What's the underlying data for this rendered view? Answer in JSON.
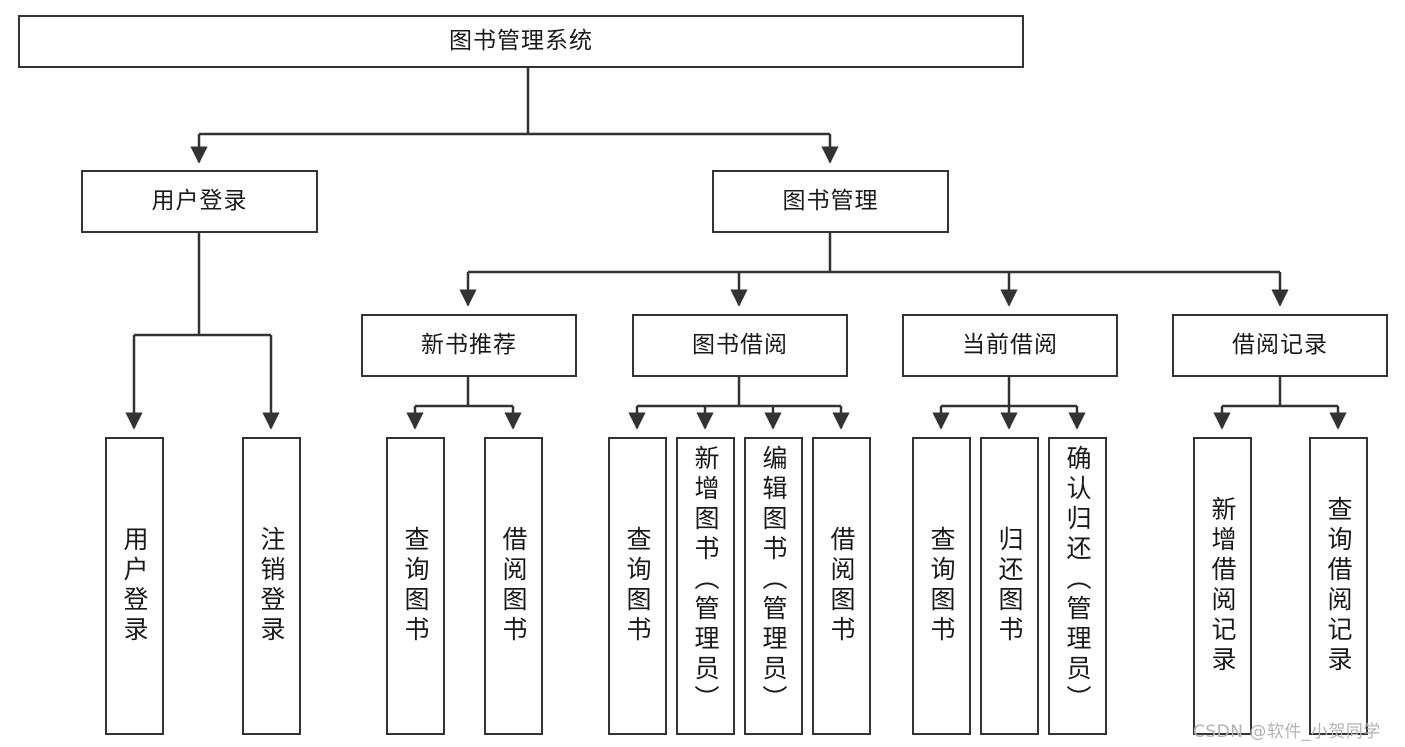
{
  "diagram": {
    "title": "图书管理系统",
    "type": "tree-hierarchy-diagram",
    "watermark": "CSDN @软件_小贺同学",
    "colors": {
      "box_border": "#333333",
      "box_fill": "#ffffff",
      "edge": "#333333",
      "text": "#1a1a1a",
      "watermark": "#b3b3b3",
      "background": "#ffffff"
    }
  },
  "nodes": {
    "root": {
      "label": "图书管理系统"
    },
    "level2": [
      {
        "label": "用户登录"
      },
      {
        "label": "图书管理"
      }
    ],
    "level3": [
      {
        "label": "新书推荐"
      },
      {
        "label": "图书借阅"
      },
      {
        "label": "当前借阅"
      },
      {
        "label": "借阅记录"
      }
    ],
    "leaves": {
      "user_login": [
        {
          "label": "用户登录"
        },
        {
          "label": "注销登录"
        }
      ],
      "new_book_recommend": [
        {
          "label": "查询图书"
        },
        {
          "label": "借阅图书"
        }
      ],
      "book_borrow": [
        {
          "label": "查询图书"
        },
        {
          "label": "新增图书（管理员）"
        },
        {
          "label": "编辑图书（管理员）"
        },
        {
          "label": "借阅图书"
        }
      ],
      "current_borrow": [
        {
          "label": "查询图书"
        },
        {
          "label": "归还图书"
        },
        {
          "label": "确认归还（管理员）"
        }
      ],
      "borrow_record": [
        {
          "label": "新增借阅记录"
        },
        {
          "label": "查询借阅记录"
        }
      ]
    }
  }
}
